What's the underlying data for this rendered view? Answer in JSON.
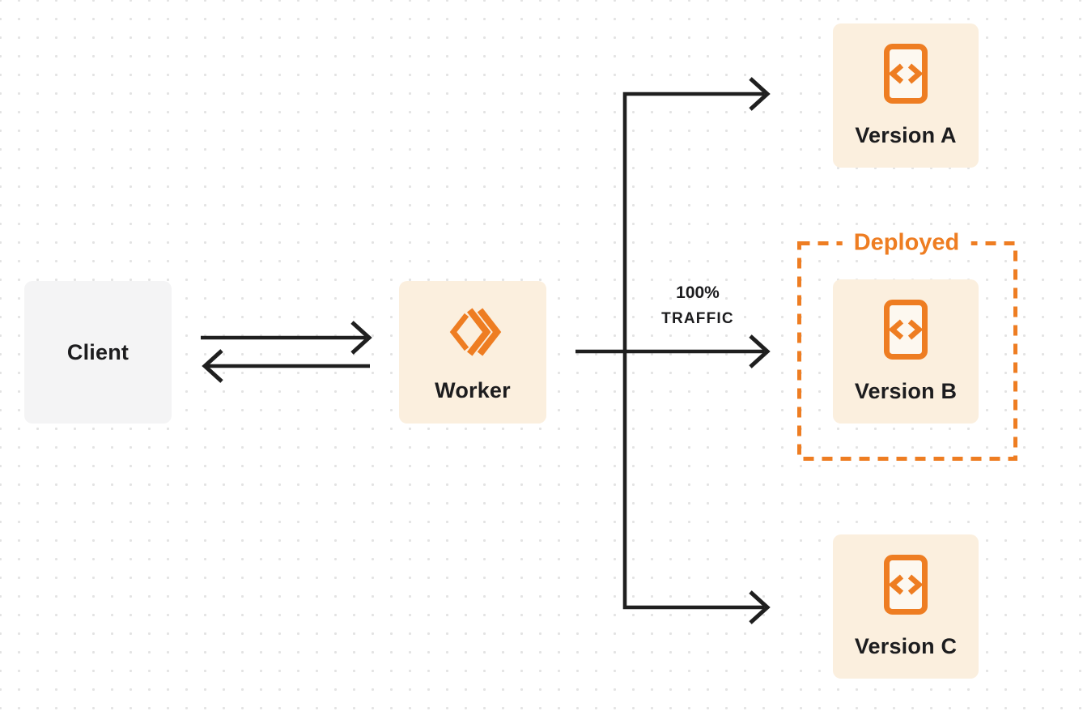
{
  "colors": {
    "accent_orange": "#EE7D22",
    "cream_box_bg": "#FBEFDE",
    "gray_box_bg": "#F4F4F5",
    "line_dark": "#1F1F1F",
    "dot_grid": "#E3E3E3",
    "text_dark": "#1C1C1E"
  },
  "client": {
    "label": "Client"
  },
  "worker": {
    "label": "Worker",
    "icon": "workers-chevrons-icon"
  },
  "traffic": {
    "percent": "100%",
    "label": "TRAFFIC"
  },
  "deployed": {
    "label": "Deployed"
  },
  "versions": [
    {
      "label": "Version A",
      "icon": "code-file-icon",
      "deployed": false
    },
    {
      "label": "Version B",
      "icon": "code-file-icon",
      "deployed": true
    },
    {
      "label": "Version C",
      "icon": "code-file-icon",
      "deployed": false
    }
  ]
}
